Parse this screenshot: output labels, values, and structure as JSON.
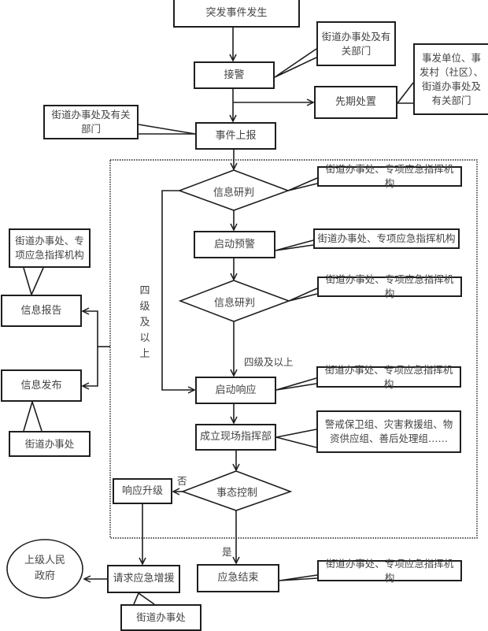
{
  "flowchart": {
    "nodes": {
      "incident_occurs": "突发事件发生",
      "receive_alarm": "接警",
      "initial_disposal": "先期处置",
      "event_report": "事件上报",
      "info_assess_1": "信息研判",
      "start_warning": "启动预警",
      "info_assess_2": "信息研判",
      "start_response": "启动响应",
      "setup_command": "成立现场指挥部",
      "situation_control": "事态控制",
      "response_upgrade": "响应升级",
      "request_support": "请求应急增援",
      "emergency_end": "应急结束",
      "info_report": "信息报告",
      "info_release": "信息发布",
      "higher_government": "上级人民政府"
    },
    "callouts": {
      "receive_alarm": "街道办事处及有关部门",
      "initial_disposal": "事发单位、事发村（社区）、街道办事处及有关部门",
      "event_report": "街道办事处及有关部门",
      "info_assess_1": "街道办事处、专项应急指挥机构",
      "start_warning": "街道办事处、专项应急指挥机构",
      "info_assess_2": "街道办事处、专项应急指挥机构",
      "start_response": "街道办事处、专项应急指挥机构",
      "setup_command": "警戒保卫组、灾害救援组、物资供应组、善后处理组……",
      "emergency_end": "街道办事处、专项应急指挥机构",
      "request_support": "街道办事处",
      "info_report": "街道办事处、专项应急指挥机构",
      "info_release": "街道办事处"
    },
    "edge_labels": {
      "level_four_above_vertical": "四级及以上",
      "level_four_above": "四级及以上",
      "no": "否",
      "yes": "是"
    }
  }
}
